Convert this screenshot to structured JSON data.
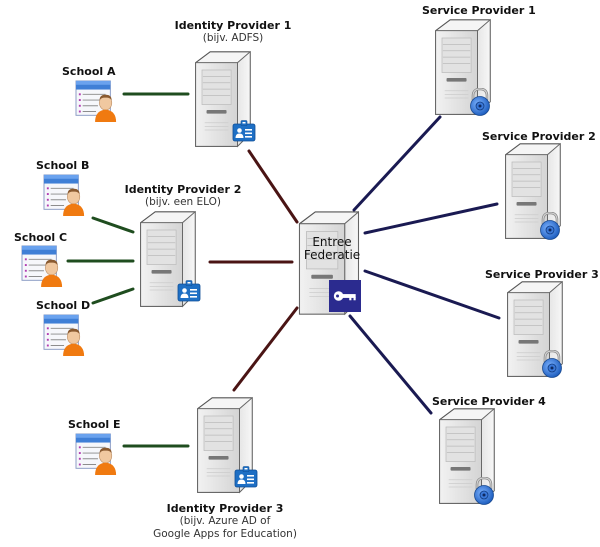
{
  "diagram": {
    "colors": {
      "school_link": "#1f4d1f",
      "idp_link": "#4a1414",
      "sp_link": "#1a1a52",
      "key_badge": "#2b2b8f",
      "idp_badge": "#1e6fc4",
      "lock_core": "#2a6fd0"
    },
    "hub": {
      "id": "hub",
      "label_line1": "Entree",
      "label_line2": "Federatie",
      "icon": "key-icon"
    },
    "schools": [
      {
        "id": "school-a",
        "label": "School A",
        "connects_to": "idp1"
      },
      {
        "id": "school-b",
        "label": "School B",
        "connects_to": "idp2"
      },
      {
        "id": "school-c",
        "label": "School C",
        "connects_to": "idp2"
      },
      {
        "id": "school-d",
        "label": "School D",
        "connects_to": "idp2"
      },
      {
        "id": "school-e",
        "label": "School E",
        "connects_to": "idp3"
      }
    ],
    "identity_providers": [
      {
        "id": "idp1",
        "title": "Identity Provider 1",
        "sub": [
          "(bijv. ADFS)"
        ],
        "icon": "id-card-icon",
        "connects_to": "hub"
      },
      {
        "id": "idp2",
        "title": "Identity Provider 2",
        "sub": [
          "(bijv. een ELO)"
        ],
        "icon": "id-card-icon",
        "connects_to": "hub"
      },
      {
        "id": "idp3",
        "title": "Identity Provider 3",
        "sub": [
          "(bijv. Azure AD of",
          "Google Apps for Education)"
        ],
        "icon": "id-card-icon",
        "connects_to": "hub"
      }
    ],
    "service_providers": [
      {
        "id": "sp1",
        "title": "Service Provider 1",
        "icon": "padlock-icon",
        "connects_to": "hub"
      },
      {
        "id": "sp2",
        "title": "Service Provider 2",
        "icon": "padlock-icon",
        "connects_to": "hub"
      },
      {
        "id": "sp3",
        "title": "Service Provider 3",
        "icon": "padlock-icon",
        "connects_to": "hub"
      },
      {
        "id": "sp4",
        "title": "Service Provider 4",
        "icon": "padlock-icon",
        "connects_to": "hub"
      }
    ]
  }
}
